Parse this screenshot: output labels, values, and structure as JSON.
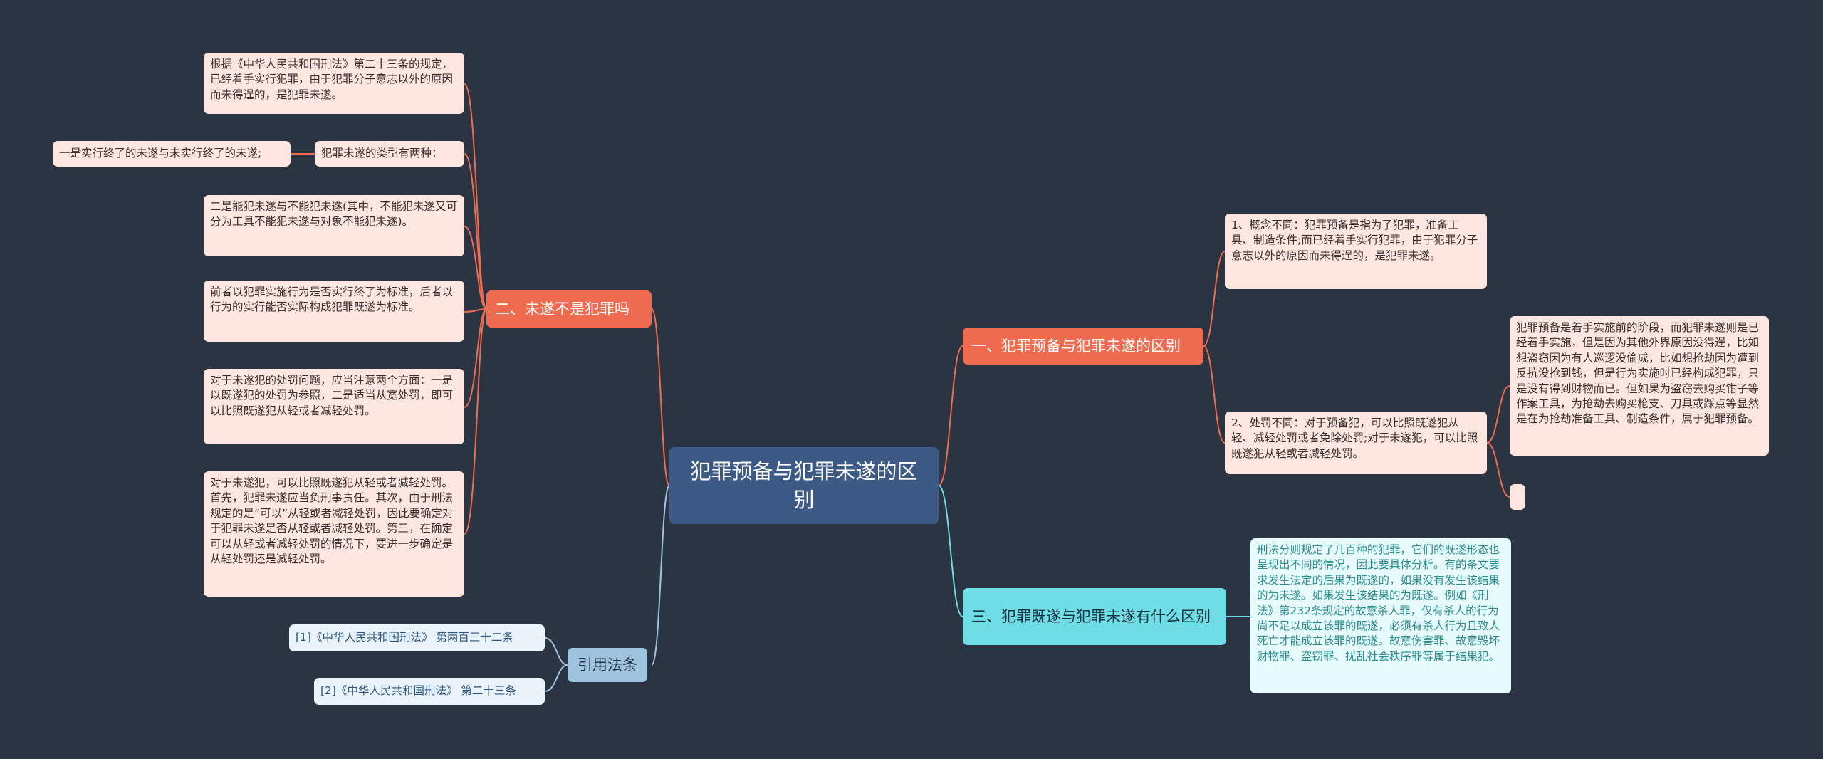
{
  "root": "犯罪预备与犯罪未遂的区别",
  "branches": {
    "b1": "一、犯罪预备与犯罪未遂的区别",
    "b2": "二、未遂不是犯罪吗",
    "b3": "三、犯罪既遂与犯罪未遂有什么区别",
    "b4": "引用法条"
  },
  "leaves": {
    "b1_1": "1、概念不同：犯罪预备是指为了犯罪，准备工具、制造条件;而已经着手实行犯罪，由于犯罪分子意志以外的原因而未得逞的，是犯罪未遂。",
    "b1_2": "2、处罚不同：对于预备犯，可以比照既遂犯从轻、减轻处罚或者免除处罚;对于未遂犯，可以比照既遂犯从轻或者减轻处罚。",
    "b1_2_1": "犯罪预备是着手实施前的阶段，而犯罪未遂则是已经着手实施，但是因为其他外界原因没得逞，比如想盗窃因为有人巡逻没偷成，比如想抢劫因为遭到反抗没抢到钱，但是行为实施时已经构成犯罪，只是没有得到财物而已。但如果为盗窃去购买钳子等作案工具，为抢劫去购买枪支、刀具或踩点等显然是在为抢劫准备工具、制造条件，属于犯罪预备。",
    "b1_2_2": "",
    "b2_1": "根据《中华人民共和国刑法》第二十三条的规定，已经着手实行犯罪，由于犯罪分子意志以外的原因而未得逞的，是犯罪未遂。",
    "b2_2": "犯罪未遂的类型有两种：",
    "b2_2_1": "一是实行终了的未遂与未实行终了的未遂;",
    "b2_3": "二是能犯未遂与不能犯未遂(其中，不能犯未遂又可分为工具不能犯未遂与对象不能犯未遂)。",
    "b2_4": "前者以犯罪实施行为是否实行终了为标准，后者以行为的实行能否实际构成犯罪既遂为标准。",
    "b2_5": "对于未遂犯的处罚问题，应当注意两个方面：一是以既遂犯的处罚为参照，二是适当从宽处罚，即可以比照既遂犯从轻或者减轻处罚。",
    "b2_6": "对于未遂犯，可以比照既遂犯从轻或者减轻处罚。首先，犯罪未遂应当负刑事责任。其次，由于刑法规定的是“可以”从轻或者减轻处罚，因此要确定对于犯罪未遂是否从轻或者减轻处罚。第三，在确定可以从轻或者减轻处罚的情况下，要进一步确定是从轻处罚还是减轻处罚。",
    "b3_1": "刑法分则规定了几百种的犯罪，它们的既遂形态也呈现出不同的情况，因此要具体分析。有的条文要求发生法定的后果为既遂的，如果没有发生该结果的为未遂。如果发生该结果的为既遂。例如《刑法》第232条规定的故意杀人罪，仅有杀人的行为尚不足以成立该罪的既遂，必须有杀人行为且致人死亡才能成立该罪的既遂。故意伤害罪、故意毁坏财物罪、盗窃罪、扰乱社会秩序罪等属于结果犯。",
    "b4_1": "[1]《中华人民共和国刑法》 第两百三十二条",
    "b4_2": "[2]《中华人民共和国刑法》 第二十三条"
  },
  "colors": {
    "background": "#2b3443",
    "root": "#3d5a86",
    "red_branch": "#ef6b4f",
    "cyan_branch": "#6fdde6",
    "blue_branch": "#9ec3df",
    "red_leaf": "#fde7e0",
    "cyan_leaf": "#e8fbfc",
    "blue_leaf": "#eaf3fa"
  }
}
